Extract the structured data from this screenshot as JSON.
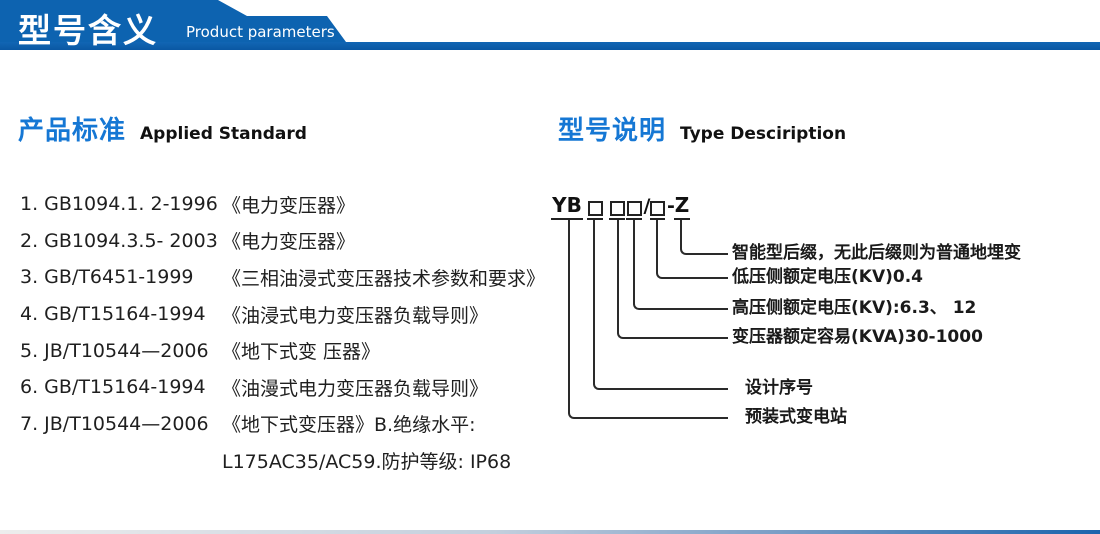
{
  "header": {
    "title": "型号含义",
    "subtitle": "Product parameters"
  },
  "standards": {
    "title_zh": "产品标准",
    "title_en": "Applied Standard",
    "items": [
      {
        "code": "1. GB1094.1. 2-1996",
        "name": "《电力变压器》"
      },
      {
        "code": "2. GB1094.3.5- 2003",
        "name": "《电力变压器》"
      },
      {
        "code": "3. GB/T6451-1999",
        "name": "《三相油浸式变压器技术参数和要求》"
      },
      {
        "code": "4. GB/T15164-1994",
        "name": "《油浸式电力变压器负载导则》"
      },
      {
        "code": "5. JB/T10544—2006",
        "name": "《地下式变 压器》"
      },
      {
        "code": "6. GB/T15164-1994",
        "name": "《油漫式电力变压器负载导则》"
      },
      {
        "code": "7. JB/T10544—2006",
        "name": "《地下式变压器》B.绝缘水平:"
      },
      {
        "code": "",
        "name": "L175AC35/AC59.防护等级: IP68"
      }
    ]
  },
  "model": {
    "title_zh": "型号说明",
    "title_en": "Type Desciription",
    "code_parts": {
      "prefix": "YB",
      "placeholder_box": "□",
      "slash": "/",
      "dash": "-",
      "suffix": "Z"
    },
    "labels": [
      "智能型后缀，无此后缀则为普通地埋变",
      "低压侧额定电压(KV)0.4",
      "高压侧额定电压(KV):6.3、 12",
      "变压器额定容易(KVA)30-1000",
      "设计序号",
      "预装式变电站"
    ]
  },
  "colors": {
    "banner_blue": "#0d63b0",
    "section_title_blue": "#1577d4",
    "line_black": "#2a2a2a"
  }
}
